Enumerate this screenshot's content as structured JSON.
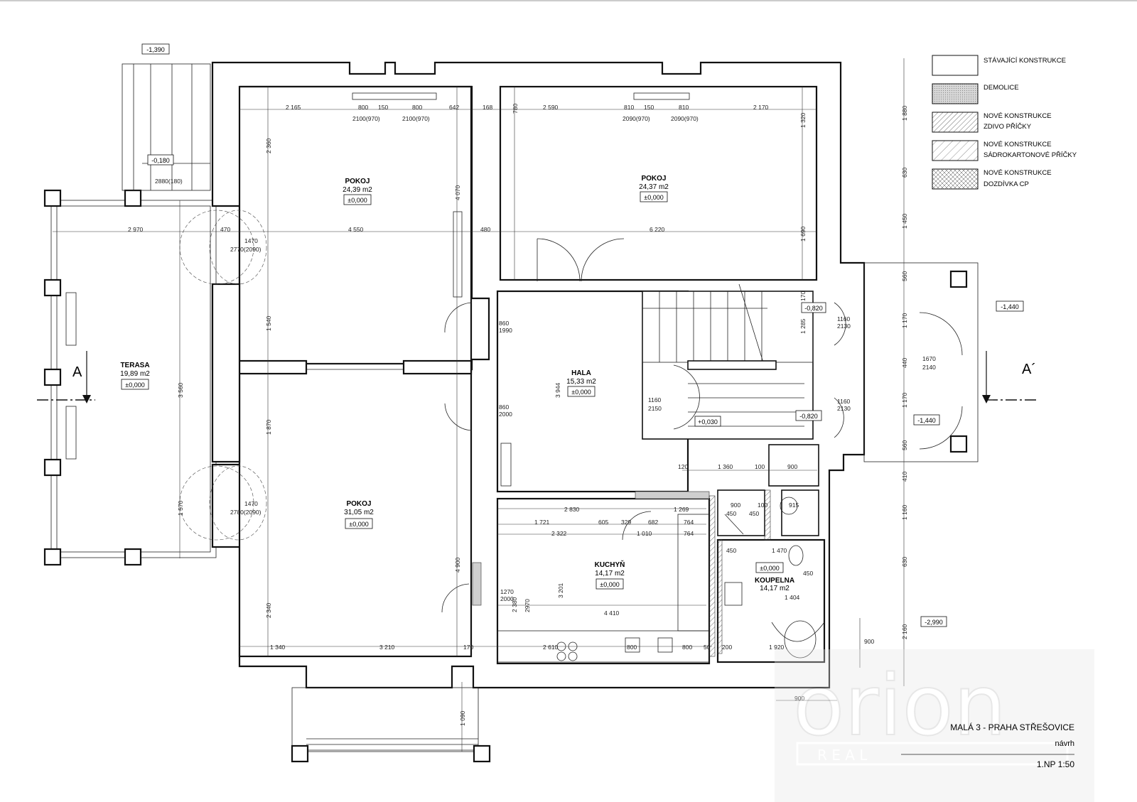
{
  "rooms": [
    {
      "id": "pokoj1",
      "name": "POKOJ",
      "area": "24,39 m2",
      "level": "±0,000"
    },
    {
      "id": "pokoj2",
      "name": "POKOJ",
      "area": "24,37 m2",
      "level": "±0,000"
    },
    {
      "id": "terasa",
      "name": "TERASA",
      "area": "19,89 m2",
      "level": "±0,000"
    },
    {
      "id": "hala",
      "name": "HALA",
      "area": "15,33 m2",
      "level": "±0,000"
    },
    {
      "id": "pokoj3",
      "name": "POKOJ",
      "area": "31,05 m2",
      "level": "±0,000"
    },
    {
      "id": "kuchyn",
      "name": "KUCHYŇ",
      "area": "14,17 m2",
      "level": "±0,000"
    },
    {
      "id": "koupelna",
      "name": "KOUPELNA",
      "area": "14,17 m2",
      "level": "±0,000"
    }
  ],
  "levels": {
    "l1": "-1,390",
    "l2": "-0,180",
    "l3": "2880(180)",
    "l4": "-0,820",
    "l5": "-1,440",
    "l6": "+0,030",
    "l7": "-0,820",
    "l8": "-1,440",
    "l9": "-2,990"
  },
  "section": {
    "left": "A",
    "right": "A´"
  },
  "legend": [
    {
      "label1": "STÁVAJÍCÍ KONSTRUKCE",
      "label2": "",
      "fill": "none"
    },
    {
      "label1": "DEMOLICE",
      "label2": "",
      "fill": "demo"
    },
    {
      "label1": "NOVÉ KONSTRUKCE",
      "label2": "ZDIVO PŘÍČKY",
      "fill": "hatch"
    },
    {
      "label1": "NOVÉ KONSTRUKCE",
      "label2": "SÁDROKARTONOVÉ PŘÍČKY",
      "fill": "hatch2"
    },
    {
      "label1": "NOVÉ KONSTRUKCE",
      "label2": "DOZDÍVKA CP",
      "fill": "cross"
    }
  ],
  "dims": {
    "d2165": "2 165",
    "d800a": "800",
    "d150a": "150",
    "d800b": "800",
    "d642": "642",
    "d168": "168",
    "d780": "780",
    "d2590": "2 590",
    "d810a": "810",
    "d150b": "150",
    "d810b": "810",
    "d2170": "2 170",
    "w1": "2100(970)",
    "w2": "2100(970)",
    "w3": "2090(970)",
    "w4": "2090(970)",
    "d1880": "1 880",
    "d630a": "630",
    "d1450": "1 450",
    "d560a": "560",
    "d1170a": "1 170",
    "d440": "440",
    "d1170b": "1 170",
    "d560b": "560",
    "d410": "410",
    "d1160": "1 160",
    "d630b": "630",
    "d2160": "2 160",
    "d2970": "2 970",
    "d470a": "470",
    "d4550": "4 550",
    "d480": "480",
    "d6220": "6 220",
    "d2360": "2 360",
    "d4070": "4 070",
    "d1540": "1 540",
    "d3560": "3 560",
    "d1870": "1 870",
    "d1570": "1 570",
    "d2340": "2 340",
    "d4900": "4 900",
    "d1090": "1 090",
    "d1340": "1 340",
    "d3210": "3 210",
    "d170": "170",
    "d2610": "2 610",
    "d800c": "800",
    "d800d": "800",
    "d50": "50",
    "d200": "200",
    "d1920": "1 920",
    "d900a": "900",
    "d900b": "900",
    "d3944": "3 944",
    "d3201": "3 201",
    "d4410": "4 410",
    "d2322": "2 322",
    "d1010": "1 010",
    "d764a": "764",
    "d1721": "1 721",
    "d605a": "605",
    "d329": "329",
    "d682": "682",
    "d764b": "764",
    "d2830": "2 830",
    "d1269": "1 269",
    "d1360": "1 360",
    "d120": "120",
    "d100a": "100",
    "d900c": "900",
    "d100b": "100",
    "d450a": "450",
    "d450b": "450",
    "d915": "915",
    "d1470": "1 470",
    "d450c": "450",
    "d450d": "450",
    "d1404": "1 404",
    "d1320": "1 320",
    "d1690": "1 690",
    "d1285": "1 285",
    "d170b": "170",
    "dr1": "1470",
    "dr1b": "2770(2090)",
    "dr2": "1470",
    "dr2b": "2780(2090)",
    "d860a": "860",
    "d1990": "1990",
    "d860b": "860",
    "d2000": "2000",
    "d1160a": "1160",
    "d2150": "2150",
    "d1670": "1670",
    "d2140": "2140",
    "d1160b": "1160",
    "d2130a": "2130",
    "d1160c": "1160",
    "d2130b": "2130",
    "d1270": "1270",
    "d2000b": "2000",
    "d2380": "2 380",
    "d2970b": "2970",
    "d900e": "900"
  },
  "title": {
    "line1": "MALÁ 3 - PRAHA STŘEŠOVICE",
    "line2": "návrh",
    "line3": "1.NP  1:50"
  },
  "watermark": {
    "main": "orion",
    "sub": "R E A L"
  }
}
